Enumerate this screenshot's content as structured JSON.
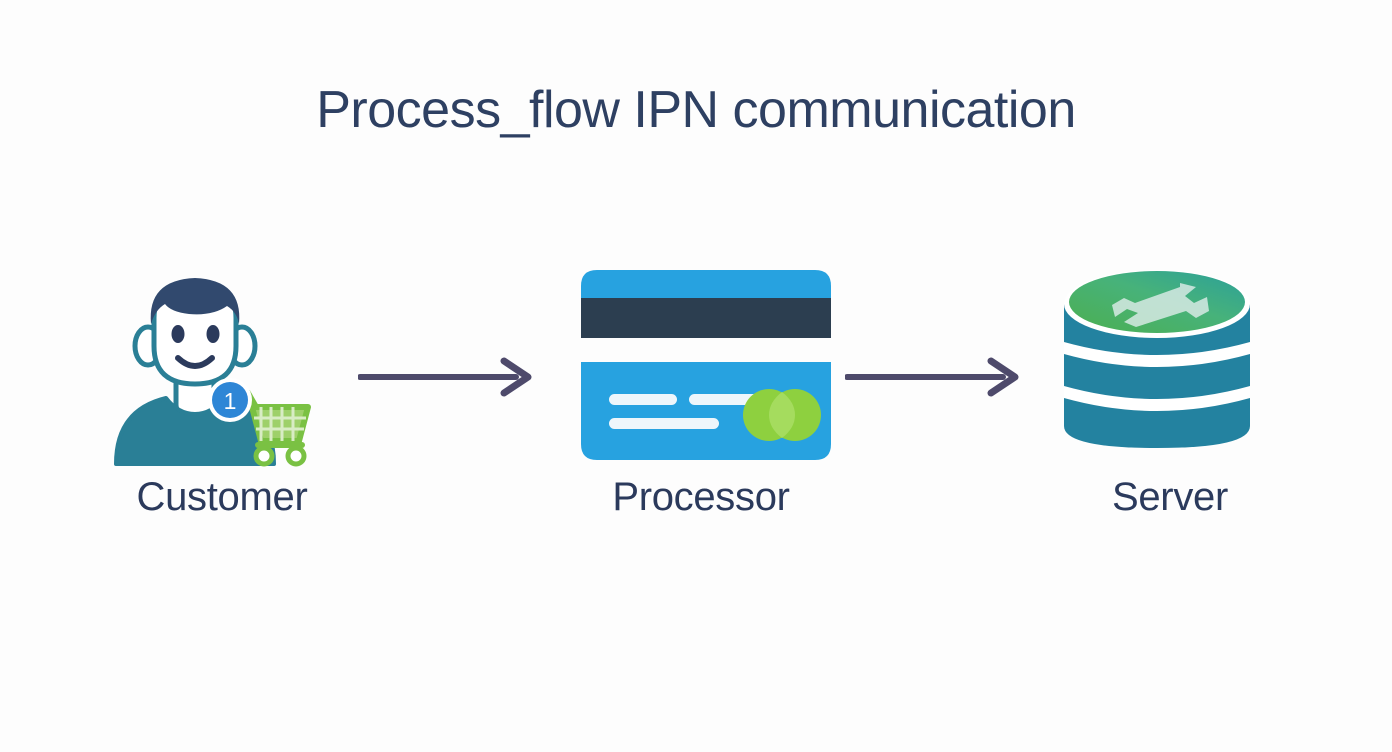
{
  "page": {
    "title": "Process_flow IPN communication",
    "background_color": "#fdfdfd",
    "title_color": "#2e4062",
    "label_color": "#2b3a5c"
  },
  "flow": {
    "nodes": [
      {
        "id": "customer",
        "label": "Customer",
        "icon": "customer-avatar-with-cart-icon",
        "badge_value": "1",
        "colors": {
          "hair": "#31496e",
          "skin_outline": "#2a7f96",
          "shirt": "#2a7f96",
          "badge": "#2e86d6",
          "badge_text": "#ffffff",
          "cart": "#7ac143"
        }
      },
      {
        "id": "processor",
        "label": "Processor",
        "icon": "credit-card-icon",
        "colors": {
          "card_body": "#27a2e0",
          "magnetic_stripe": "#2c3e50",
          "card_lines": "#eef6fb",
          "logo_circles": "#8ed03f"
        }
      },
      {
        "id": "server",
        "label": "Server",
        "icon": "database-server-icon",
        "colors": {
          "cylinder": "#2382a0",
          "bands": "#ffffff",
          "top_gradient_start": "#4caf50",
          "top_gradient_end": "#2ba09a",
          "wrench": "#d9e8e4"
        }
      }
    ],
    "arrows": [
      {
        "id": "arrow-customer-to-processor",
        "from": "customer",
        "to": "processor",
        "direction": "right",
        "color": "#4e4a6b"
      },
      {
        "id": "arrow-processor-to-server",
        "from": "processor",
        "to": "server",
        "direction": "right",
        "color": "#4e4a6b"
      }
    ]
  }
}
